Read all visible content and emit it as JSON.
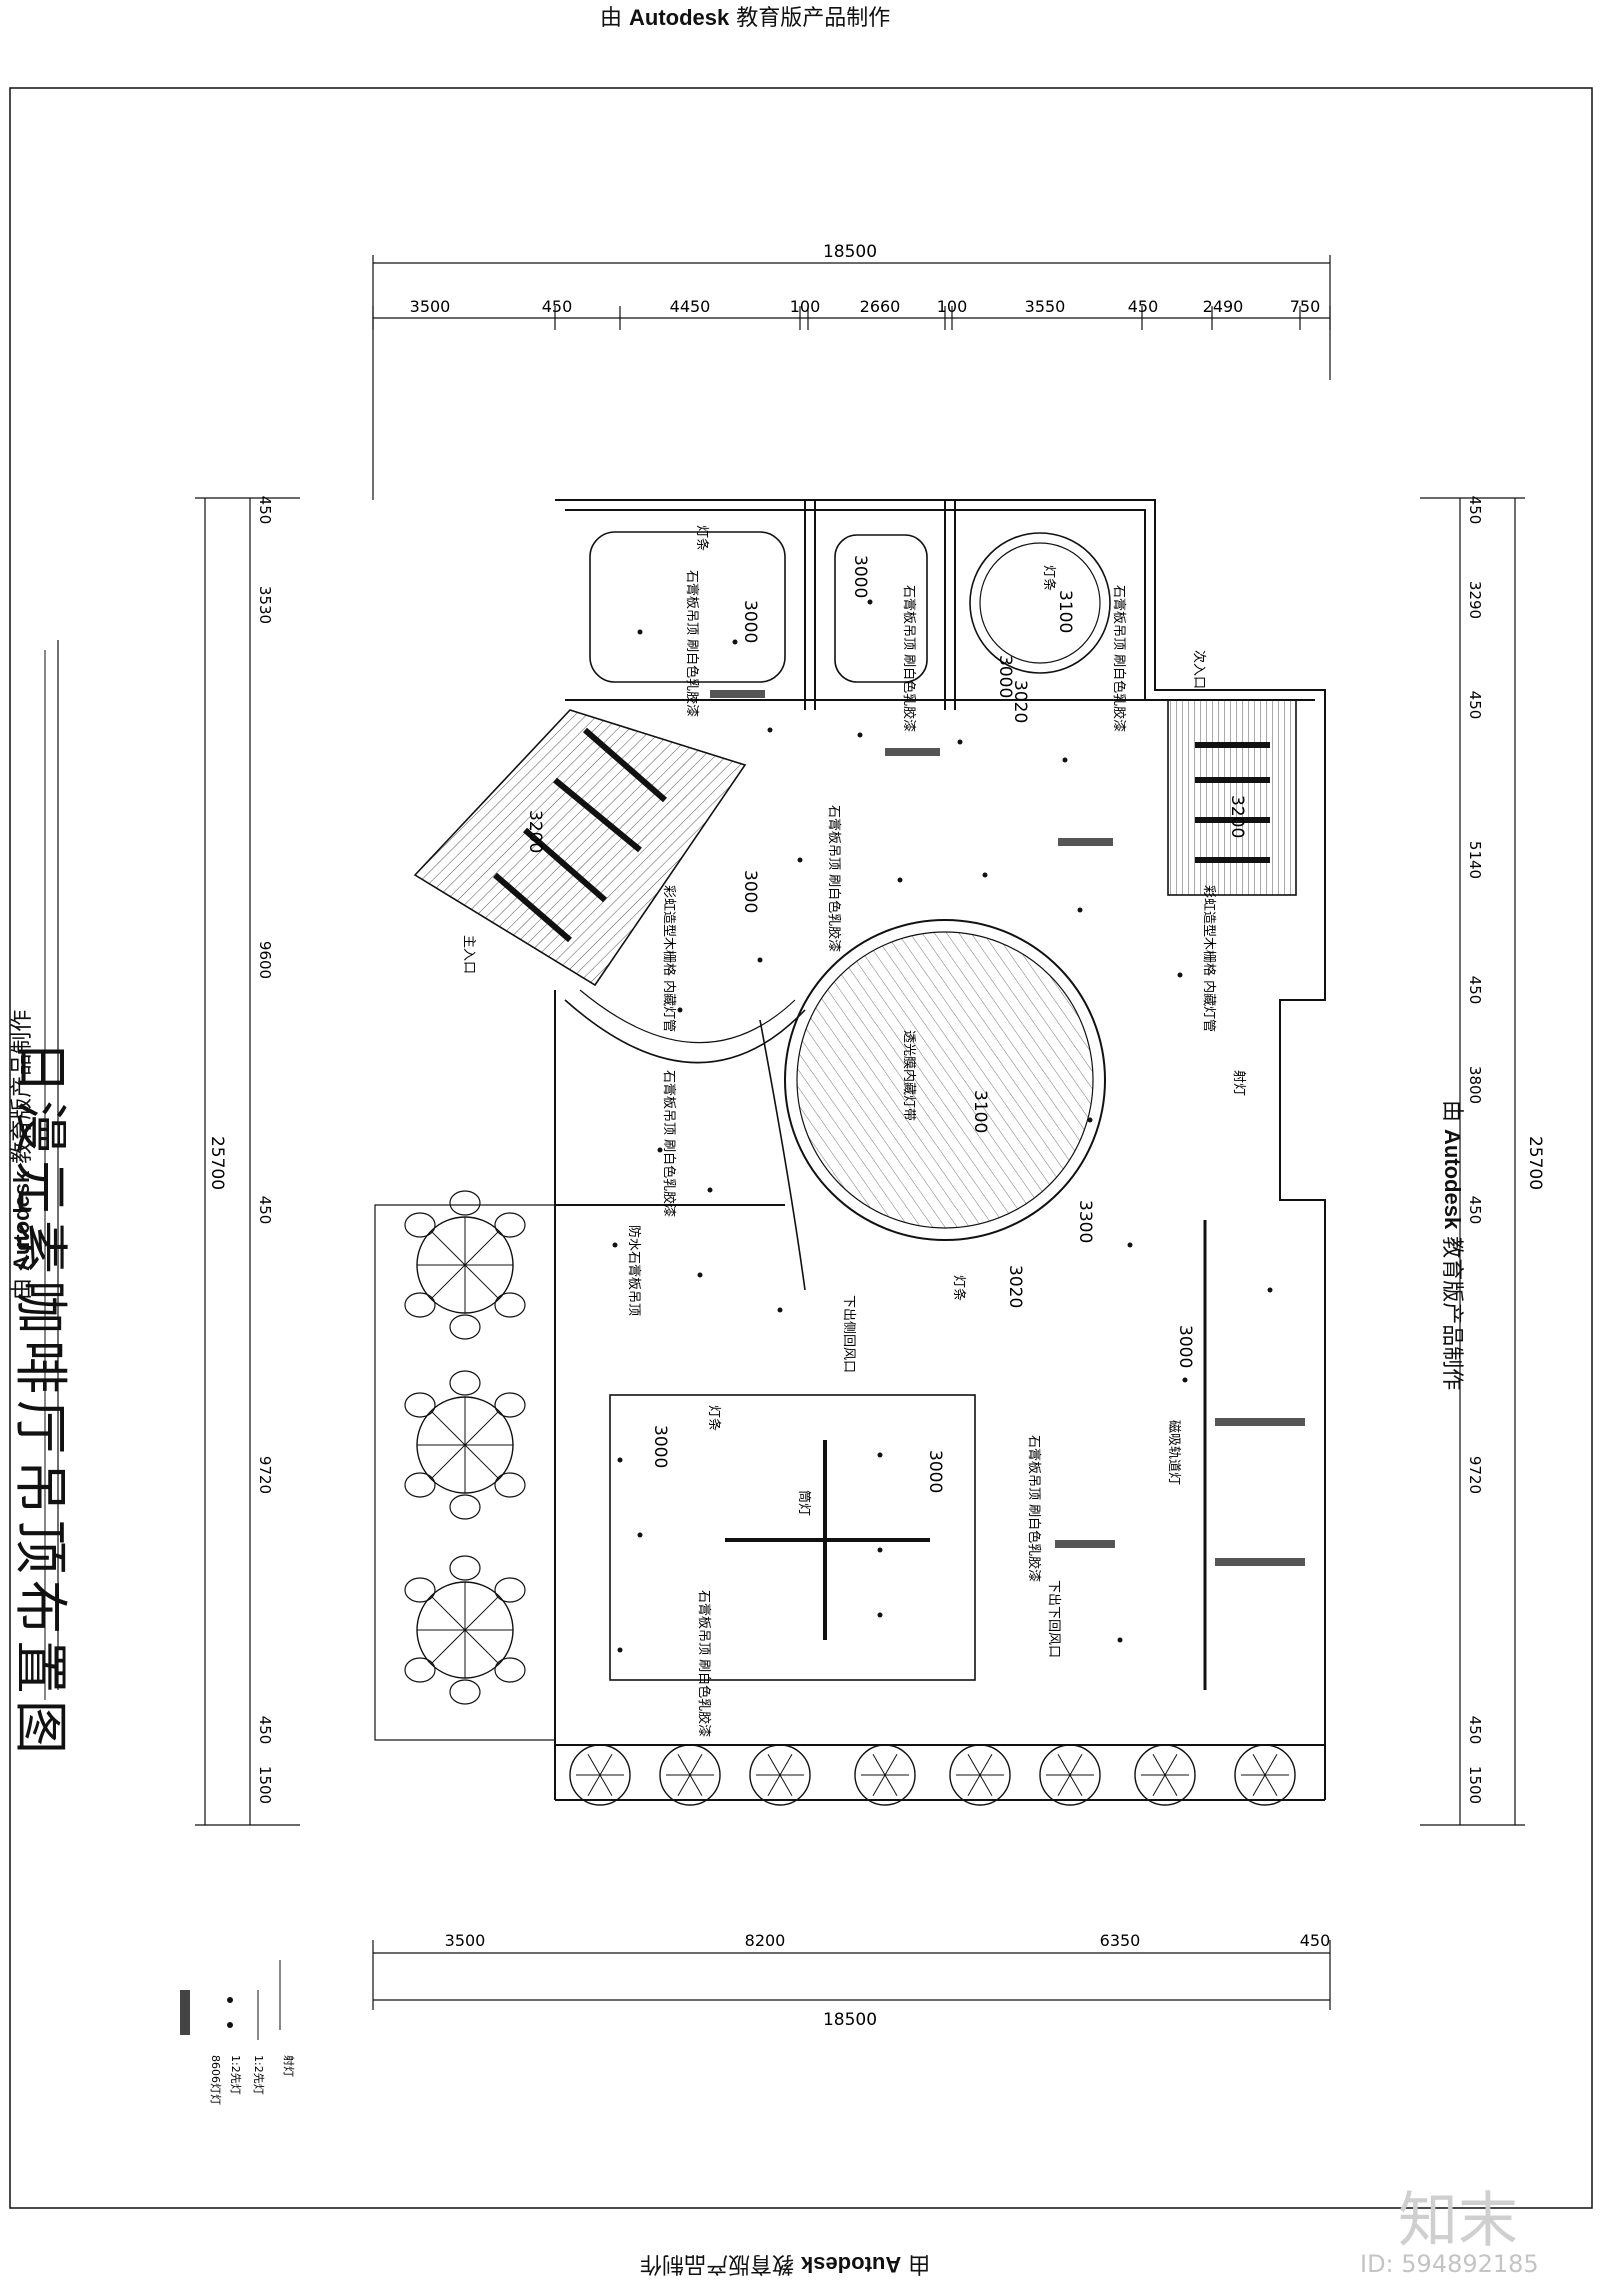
{
  "banners": {
    "prefix": "由",
    "brand": "Autodesk",
    "suffix": "教育版产品制作"
  },
  "title": "日漫元素咖啡厅吊顶布置图",
  "logo": {
    "mark": "知末",
    "id": "ID: 594892185"
  },
  "dimensions": {
    "top_total": "18500",
    "top": [
      "3500",
      "450",
      "4450",
      "100",
      "2660",
      "100",
      "3550",
      "450",
      "2490",
      "750"
    ],
    "bottom_total": "18500",
    "bottom": [
      "3500",
      "8200",
      "6350",
      "450"
    ],
    "left_total": "25700",
    "left": [
      "450",
      "3530",
      "9600",
      "450",
      "9720",
      "450",
      "1500"
    ],
    "right_total": "25700",
    "right": [
      "450",
      "3290",
      "450",
      "5140",
      "450",
      "3800",
      "450",
      "9720",
      "450",
      "1500"
    ]
  },
  "heights": [
    "3000",
    "3000",
    "3100",
    "3000",
    "3020",
    "3200",
    "3200",
    "3000",
    "3100",
    "3300",
    "3020",
    "3000",
    "3000",
    "3000"
  ],
  "notes": {
    "gypsum": "石膏板吊顶\n刷白色乳胶漆",
    "light_strip": "灯条",
    "light_tube": "彩虹造型木栅格\n内藏灯管",
    "main_entrance": "主入口",
    "side_entrance": "次入口",
    "circle_ceiling": "透光膜内藏灯带",
    "waterproof": "防水石膏板吊顶",
    "return_air": "下出侧回风口",
    "return_air2": "下出下回风口",
    "track_light": "磁吸轨道灯",
    "spot": "射灯",
    "downlight": "筒灯",
    "light_strip2": "灯条"
  },
  "legend": {
    "items": [
      "射灯",
      "1:2先灯",
      "1:2先灯",
      "8606灯灯"
    ]
  }
}
